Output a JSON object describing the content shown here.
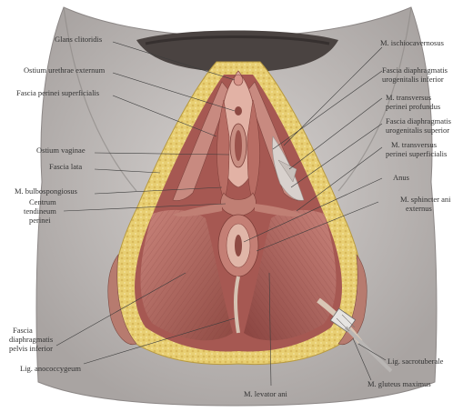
{
  "labels": {
    "glans_clitoridis": "Glans clitoridis",
    "ostium_urethrae_externum": "Ostium urethrae externum",
    "fascia_perinei_superficialis": "Fascia perinei superficialis",
    "ostium_vaginae": "Ostium vaginae",
    "fascia_lata": "Fascia lata",
    "m_bulbospongiosus": "M. bulbospongiosus",
    "centrum_tendineum_1": "Centrum",
    "centrum_tendineum_2": "tendineum",
    "centrum_tendineum_3": "perinei",
    "fascia_diaphragmatis_pelvis_1": "Fascia",
    "fascia_diaphragmatis_pelvis_2": "diaphragmatis",
    "fascia_diaphragmatis_pelvis_3": "pelvis inferior",
    "lig_anococcygeum": "Lig. anococcygeum",
    "m_levator_ani": "M. levator ani",
    "m_gluteus_maximus": "M. gluteus maximus",
    "lig_sacrotuberale": "Lig. sacrotuberale",
    "m_sphincter_ani_1": "M. sphincter ani",
    "m_sphincter_ani_2": "externus",
    "anus": "Anus",
    "m_transversus_superficialis_1": "M. transversus",
    "m_transversus_superficialis_2": "perinei superficialis",
    "fascia_diaphragmatis_superior_1": "Fascia diaphragmatis",
    "fascia_diaphragmatis_superior_2": "urogenitalis superior",
    "m_transversus_profundus_1": "M. transversus",
    "m_transversus_profundus_2": "perinei profundus",
    "fascia_diaphragmatis_inferior_1": "Fascia diaphragmatis",
    "fascia_diaphragmatis_inferior_2": "urogenitalis inferior",
    "m_ischiocavernosus": "M. ischiocavernosus"
  },
  "colors": {
    "skin": "#c9c5c3",
    "skin_shadow": "#9d9896",
    "fat": "#e9d27a",
    "muscle": "#b86a62",
    "muscle_dark": "#8e4741",
    "muscle_light": "#d79c92",
    "mucosa": "#e3b3a6",
    "hair": "#3a3433"
  }
}
